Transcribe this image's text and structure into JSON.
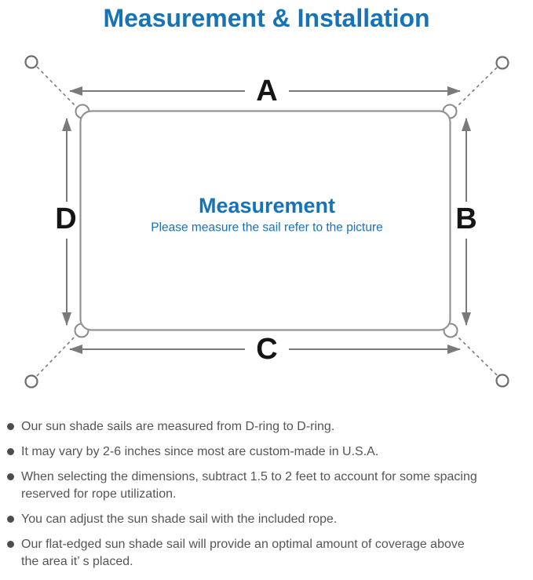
{
  "title": "Measurement & Installation",
  "diagram": {
    "labels": {
      "top": "A",
      "right": "B",
      "bottom": "C",
      "left": "D"
    },
    "center_title": "Measurement",
    "center_subtitle": "Please measure the sail refer to the picture"
  },
  "notes": [
    "Our sun shade sails are measured from D-ring to D-ring.",
    "It may vary by 2-6 inches since most are custom-made in U.S.A.",
    "When selecting the dimensions, subtract 1.5 to 2 feet to account for some spacing\nreserved for rope utilization.",
    "You can adjust the sun shade sail with the included rope.",
    "Our flat-edged sun shade sail will provide an optimal amount of coverage above\nthe area it’ s placed."
  ],
  "colors": {
    "accent_blue": "#1673b8",
    "line_gray": "#7a7a7a",
    "label_black": "#151515",
    "note_text_gray": "#555555"
  }
}
